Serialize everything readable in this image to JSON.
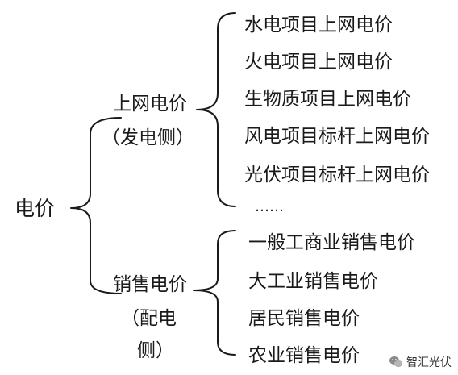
{
  "root": "电价",
  "branches": [
    {
      "label": "上网电价",
      "sublabel": "（发电侧）",
      "leaves": [
        "水电项目上网电价",
        "火电项目上网电价",
        "生物质项目上网电价",
        "风电项目标杆上网电价",
        "光伏项目标杆上网电价",
        "……"
      ]
    },
    {
      "label": "销售电价",
      "sublabel_line1": "（配电",
      "sublabel_line2": "侧）",
      "leaves": [
        "一般工商业销售电价",
        "大工业销售电价",
        "居民销售电价",
        "农业销售电价"
      ]
    }
  ],
  "watermark": {
    "text": "智汇光伏",
    "icon": "wechat-chat-icon"
  }
}
